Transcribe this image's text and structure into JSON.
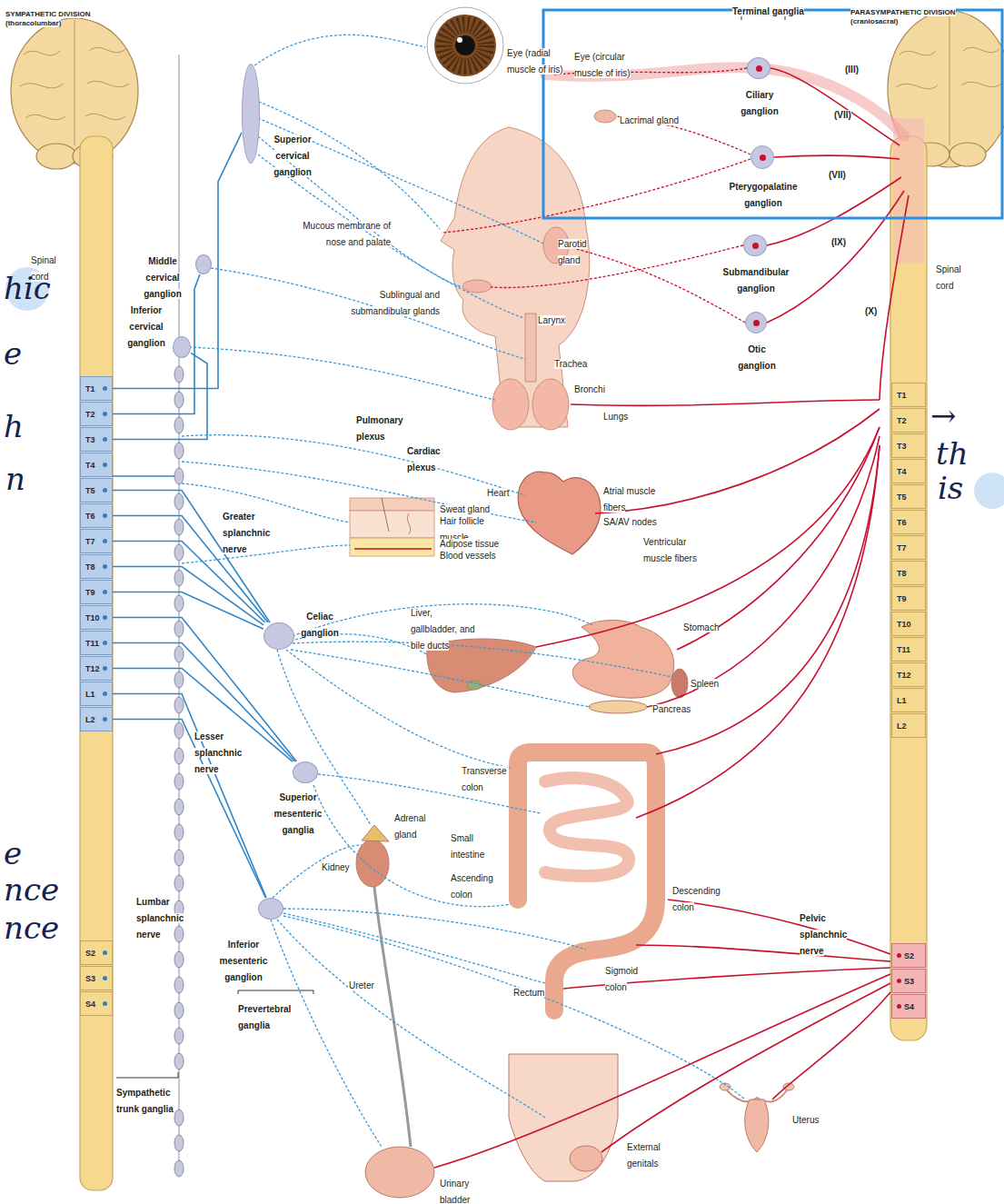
{
  "diagram": {
    "nodes": [
      {
        "text": [
          "Superior cervical ganglion"
        ]
      },
      {
        "text": [
          "Middle cervical ganglion"
        ]
      },
      {
        "text": [
          "Inferior cervical ganglion"
        ]
      },
      {
        "text": [
          "Celiac ganglion"
        ]
      },
      {
        "text": [
          "Superior mesenteric ganglia"
        ]
      },
      {
        "text": [
          "Inferior mesenteric ganglion"
        ]
      },
      {
        "text": [
          "Ciliary ganglion"
        ]
      },
      {
        "text": [
          "Pterygopalatine ganglion"
        ]
      },
      {
        "text": [
          "Submandibular ganglion"
        ]
      },
      {
        "text": [
          "Otic ganglion"
        ]
      },
      {
        "text": [
          "T1"
        ]
      },
      {
        "text": [
          "T2"
        ]
      },
      {
        "text": [
          "T3"
        ]
      },
      {
        "text": [
          "T4"
        ]
      },
      {
        "text": [
          "T5"
        ]
      },
      {
        "text": [
          "T6"
        ]
      },
      {
        "text": [
          "T7"
        ]
      },
      {
        "text": [
          "T8"
        ]
      },
      {
        "text": [
          "T9"
        ]
      },
      {
        "text": [
          "T10"
        ]
      },
      {
        "text": [
          "T11"
        ]
      },
      {
        "text": [
          "T12"
        ]
      },
      {
        "text": [
          "L1"
        ]
      },
      {
        "text": [
          "L2"
        ]
      },
      {
        "text": [
          "S2"
        ]
      },
      {
        "text": [
          "S3"
        ]
      },
      {
        "text": [
          "S4"
        ]
      },
      {
        "text": [
          "T1"
        ]
      },
      {
        "text": [
          "T2"
        ]
      },
      {
        "text": [
          "T3"
        ]
      },
      {
        "text": [
          "T4"
        ]
      },
      {
        "text": [
          "T5"
        ]
      },
      {
        "text": [
          "T6"
        ]
      },
      {
        "text": [
          "T7"
        ]
      },
      {
        "text": [
          "T8"
        ]
      },
      {
        "text": [
          "T9"
        ]
      },
      {
        "text": [
          "T10"
        ]
      },
      {
        "text": [
          "T11"
        ]
      },
      {
        "text": [
          "T12"
        ]
      },
      {
        "text": [
          "L1"
        ]
      },
      {
        "text": [
          "L2"
        ]
      },
      {
        "text": [
          "S2"
        ]
      },
      {
        "text": [
          "S3"
        ]
      },
      {
        "text": [
          "S4"
        ]
      }
    ],
    "edges": [
      {
        "from": 10,
        "to": 0,
        "arrow": "none"
      },
      {
        "from": 11,
        "to": 1,
        "arrow": "none"
      },
      {
        "from": 12,
        "to": 2,
        "arrow": "none"
      },
      {
        "from": 14,
        "to": 3,
        "arrow": "none"
      },
      {
        "from": 15,
        "to": 3,
        "arrow": "none"
      },
      {
        "from": 16,
        "to": 3,
        "arrow": "none"
      },
      {
        "from": 17,
        "to": 3,
        "arrow": "none"
      },
      {
        "from": 18,
        "to": 3,
        "arrow": "none"
      },
      {
        "from": 19,
        "to": 4,
        "arrow": "none"
      },
      {
        "from": 20,
        "to": 4,
        "arrow": "none"
      },
      {
        "from": 21,
        "to": 4,
        "arrow": "none"
      },
      {
        "from": 22,
        "to": 5,
        "arrow": "none"
      },
      {
        "from": 23,
        "to": 5,
        "arrow": "none"
      }
    ],
    "labels": [
      "SYMPATHETIC DIVISION",
      "(thoracolumbar)",
      "PARASYMPATHETIC DIVISION",
      "(craniosacral)",
      "Terminal ganglia",
      "Eye (radial muscle of iris)",
      "Eye (circular muscle of iris)",
      "Lacrimal gland",
      "(III)",
      "(VII)",
      "(VII)",
      "(IX)",
      "(X)",
      "Mucous membrane of nose and palate",
      "Parotid gland",
      "Sublingual and submandibular glands",
      "Larynx",
      "Trachea",
      "Bronchi",
      "Lungs",
      "Pulmonary plexus",
      "Cardiac plexus",
      "Heart",
      "Atrial muscle fibers",
      "SA/AV nodes",
      "Ventricular muscle fibers",
      "Sweat gland",
      "Hair follicle muscle",
      "Adipose tissue",
      "Blood vessels",
      "Greater splanchnic nerve",
      "Lesser splanchnic nerve",
      "Liver, gallbladder, and bile ducts",
      "Stomach",
      "Spleen",
      "Pancreas",
      "Transverse colon",
      "Small intestine",
      "Ascending colon",
      "Descending colon",
      "Adrenal gland",
      "Kidney",
      "Lumbar splanchnic nerve",
      "Prevertebral ganglia",
      "Sigmoid colon",
      "Rectum",
      "Ureter",
      "Pelvic splanchnic nerve",
      "Sympathetic trunk ganglia",
      "Urinary bladder",
      "External genitals",
      "Uterus",
      "Spinal cord",
      "Spinal cord",
      "hic",
      "e",
      "h",
      "n",
      "e",
      "nce",
      "nce",
      "→",
      "th",
      "is"
    ]
  }
}
